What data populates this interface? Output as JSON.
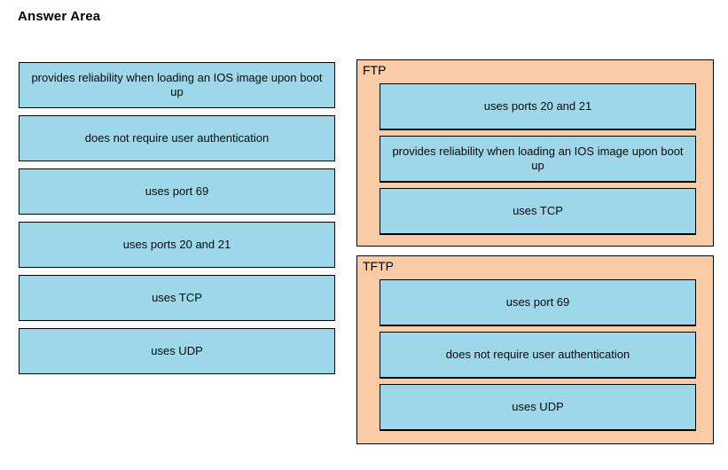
{
  "page": {
    "title": "Answer Area"
  },
  "colors": {
    "option_fill": "#9ed7e9",
    "option_border": "#000000",
    "panel_fill": "#facba7",
    "panel_border": "#000000",
    "text": "#0a0a0a",
    "background": "#ffffff"
  },
  "source_list": {
    "name": "answer-options",
    "items": [
      {
        "id": "opt-reliability",
        "label": "provides reliability when loading an IOS image upon boot up"
      },
      {
        "id": "opt-no-auth",
        "label": "does not require user authentication"
      },
      {
        "id": "opt-port69",
        "label": "uses port 69"
      },
      {
        "id": "opt-ports2021",
        "label": "uses ports 20 and 21"
      },
      {
        "id": "opt-tcp",
        "label": "uses TCP"
      },
      {
        "id": "opt-udp",
        "label": "uses UDP"
      }
    ]
  },
  "targets": [
    {
      "id": "ftp",
      "label": "FTP",
      "dropped": [
        {
          "id": "ftp-ports2021",
          "label": "uses ports 20 and 21"
        },
        {
          "id": "ftp-reliability",
          "label": "provides reliability when loading an IOS image upon boot up"
        },
        {
          "id": "ftp-tcp",
          "label": "uses TCP"
        }
      ]
    },
    {
      "id": "tftp",
      "label": "TFTP",
      "dropped": [
        {
          "id": "tftp-port69",
          "label": "uses port 69"
        },
        {
          "id": "tftp-no-auth",
          "label": "does not require user authentication"
        },
        {
          "id": "tftp-udp",
          "label": "uses UDP"
        }
      ]
    }
  ]
}
